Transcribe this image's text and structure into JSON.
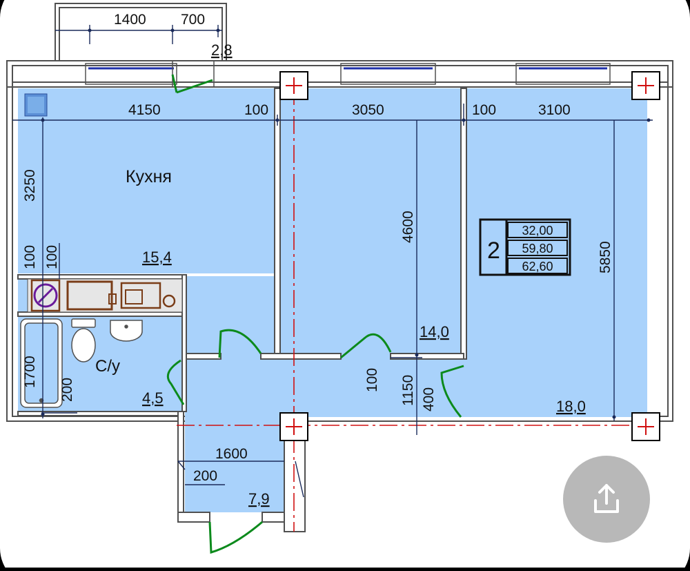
{
  "plan": {
    "rooms": {
      "kitchen_name": "Кухня",
      "kitchen_area": "15,4",
      "bathroom_name": "С/у",
      "bathroom_area": "4,5",
      "room_area": "14,0",
      "living_area": "18,0",
      "hall_area": "7,9",
      "balcony_area": "2,8"
    },
    "summary": {
      "room_count": "2",
      "areas": [
        "32,00",
        "59,80",
        "62,60"
      ]
    },
    "dimensions": {
      "balcony_1400": "1400",
      "balcony_700": "700",
      "d4150": "4150",
      "d100_a": "100",
      "d3050": "3050",
      "d100_b": "100",
      "d3100": "3100",
      "d3250": "3250",
      "d100_left1": "100",
      "d100_left2": "100",
      "d4600": "4600",
      "d5850": "5850",
      "d1700": "1700",
      "d200_bath": "200",
      "d100_door": "100",
      "d1150": "1150",
      "d400": "400",
      "d1600": "1600",
      "d200_hall": "200"
    },
    "colors": {
      "room_fill": "#a9d2fb",
      "wall": "#505050",
      "outline": "#1a2a5a",
      "door": "#0c8a1c",
      "axis": "#d01010",
      "fixture": "#7a3d18"
    }
  },
  "ui": {
    "share_icon": "share-icon"
  }
}
